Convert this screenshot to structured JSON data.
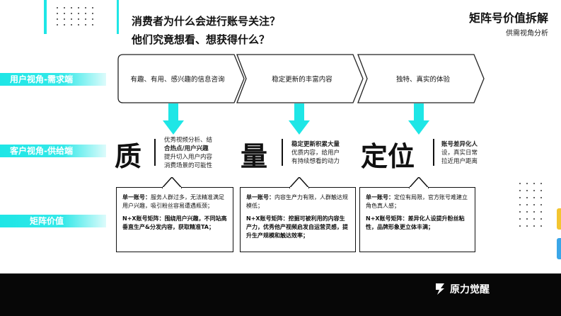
{
  "header": {
    "question_line1": "消费者为什么会进行账号关注？",
    "question_line2": "他们究竟想看、想获得什么？",
    "title": "矩阵号价值拆解",
    "subtitle": "供需视角分析"
  },
  "rows": {
    "demand_label": "用户视角-需求端",
    "supply_label": "客户视角-供给端",
    "value_label": "矩阵价值"
  },
  "demand_steps": [
    {
      "label": "有趣、有用、感兴趣的信息咨询"
    },
    {
      "label": "稳定更新的丰富内容"
    },
    {
      "label": "独特、真实的体验"
    }
  ],
  "supply": [
    {
      "char": "质",
      "desc_lines": [
        "优秀视频分析、结",
        "合热点/用户兴趣",
        "提升切入用户内容",
        "消费场景的可能性"
      ]
    },
    {
      "char": "量",
      "desc_lines": [
        "稳定更新积累大量",
        "优质内容，给用户",
        "有持续想看的动力"
      ]
    },
    {
      "char": "定位",
      "desc_lines": [
        "账号差异化人",
        "设，真实日常",
        "拉近用户距离"
      ]
    }
  ],
  "values": [
    {
      "single_label": "单一账号：",
      "single_text": "服务人群过多，无法精准满足用户兴趣，吸引粉丝容易遭遇瓶颈；",
      "matrix_label": "N+X账号矩阵：",
      "matrix_text": "围绕用户兴趣，不同站高垂直生产&分发内容，获取精准TA；"
    },
    {
      "single_label": "单一账号：",
      "single_text": "内容生产力有限，人群触达规模低；",
      "matrix_label": "N+X账号矩阵：",
      "matrix_text": "挖掘可被利用的内容生产力，优秀他产视频启发自运营灵感，提升生产规模和触达效率；"
    },
    {
      "single_label": "单一账号：",
      "single_text": "定位有局限，官方账号难建立角色真人感；",
      "matrix_label": "N+X账号矩阵：",
      "matrix_text": "差异化人设提升粉丝粘性，品牌形象更立体丰满；"
    }
  ],
  "footer": {
    "logo_text": "原力觉醒",
    "logo_icon": "bolt-logo-icon"
  },
  "colors": {
    "accent": "#1ee6e6",
    "footer_bg": "#070707",
    "text": "#111111"
  }
}
